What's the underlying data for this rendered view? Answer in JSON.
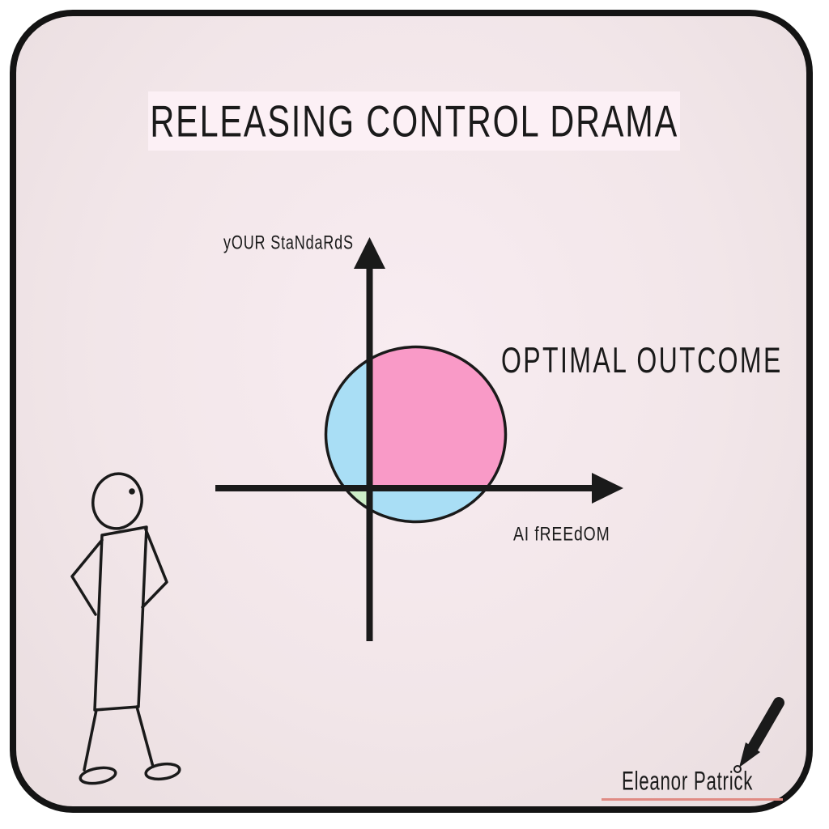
{
  "canvas": {
    "outer_background": "#ffffff",
    "card_background": "#f2e6e9",
    "border_color": "#141414",
    "title_band_background": "#fcf0f5"
  },
  "title": {
    "text": "RELEASING CONTROL DRAMA"
  },
  "diagram": {
    "type": "quadrant-axes-with-circle",
    "y_axis_label": "yOUR StaNdaRdS",
    "x_axis_label": "AI fREEdOM",
    "annotation": "OPTIMAL OUTCOME",
    "ink_color": "#1a1a1a",
    "colors": {
      "quadrant_top_right": "#f99ac7",
      "quadrant_top_left": "#a9def5",
      "quadrant_bottom_right": "#a9def5",
      "quadrant_bottom_left": "#cdeec8"
    },
    "regions": [
      {
        "position": "top-right of axes",
        "color": "#f99ac7"
      },
      {
        "position": "top-left of axes",
        "color": "#a9def5"
      },
      {
        "position": "bottom-right of axes",
        "color": "#a9def5"
      },
      {
        "position": "bottom-left of axes",
        "color": "#cdeec8"
      }
    ]
  },
  "icons": {
    "figure": "stick-person-looking-at-chart",
    "pen": "pen-icon"
  },
  "signature": {
    "name": "Eleanor Patrick",
    "underline_color": "#e08b84"
  }
}
